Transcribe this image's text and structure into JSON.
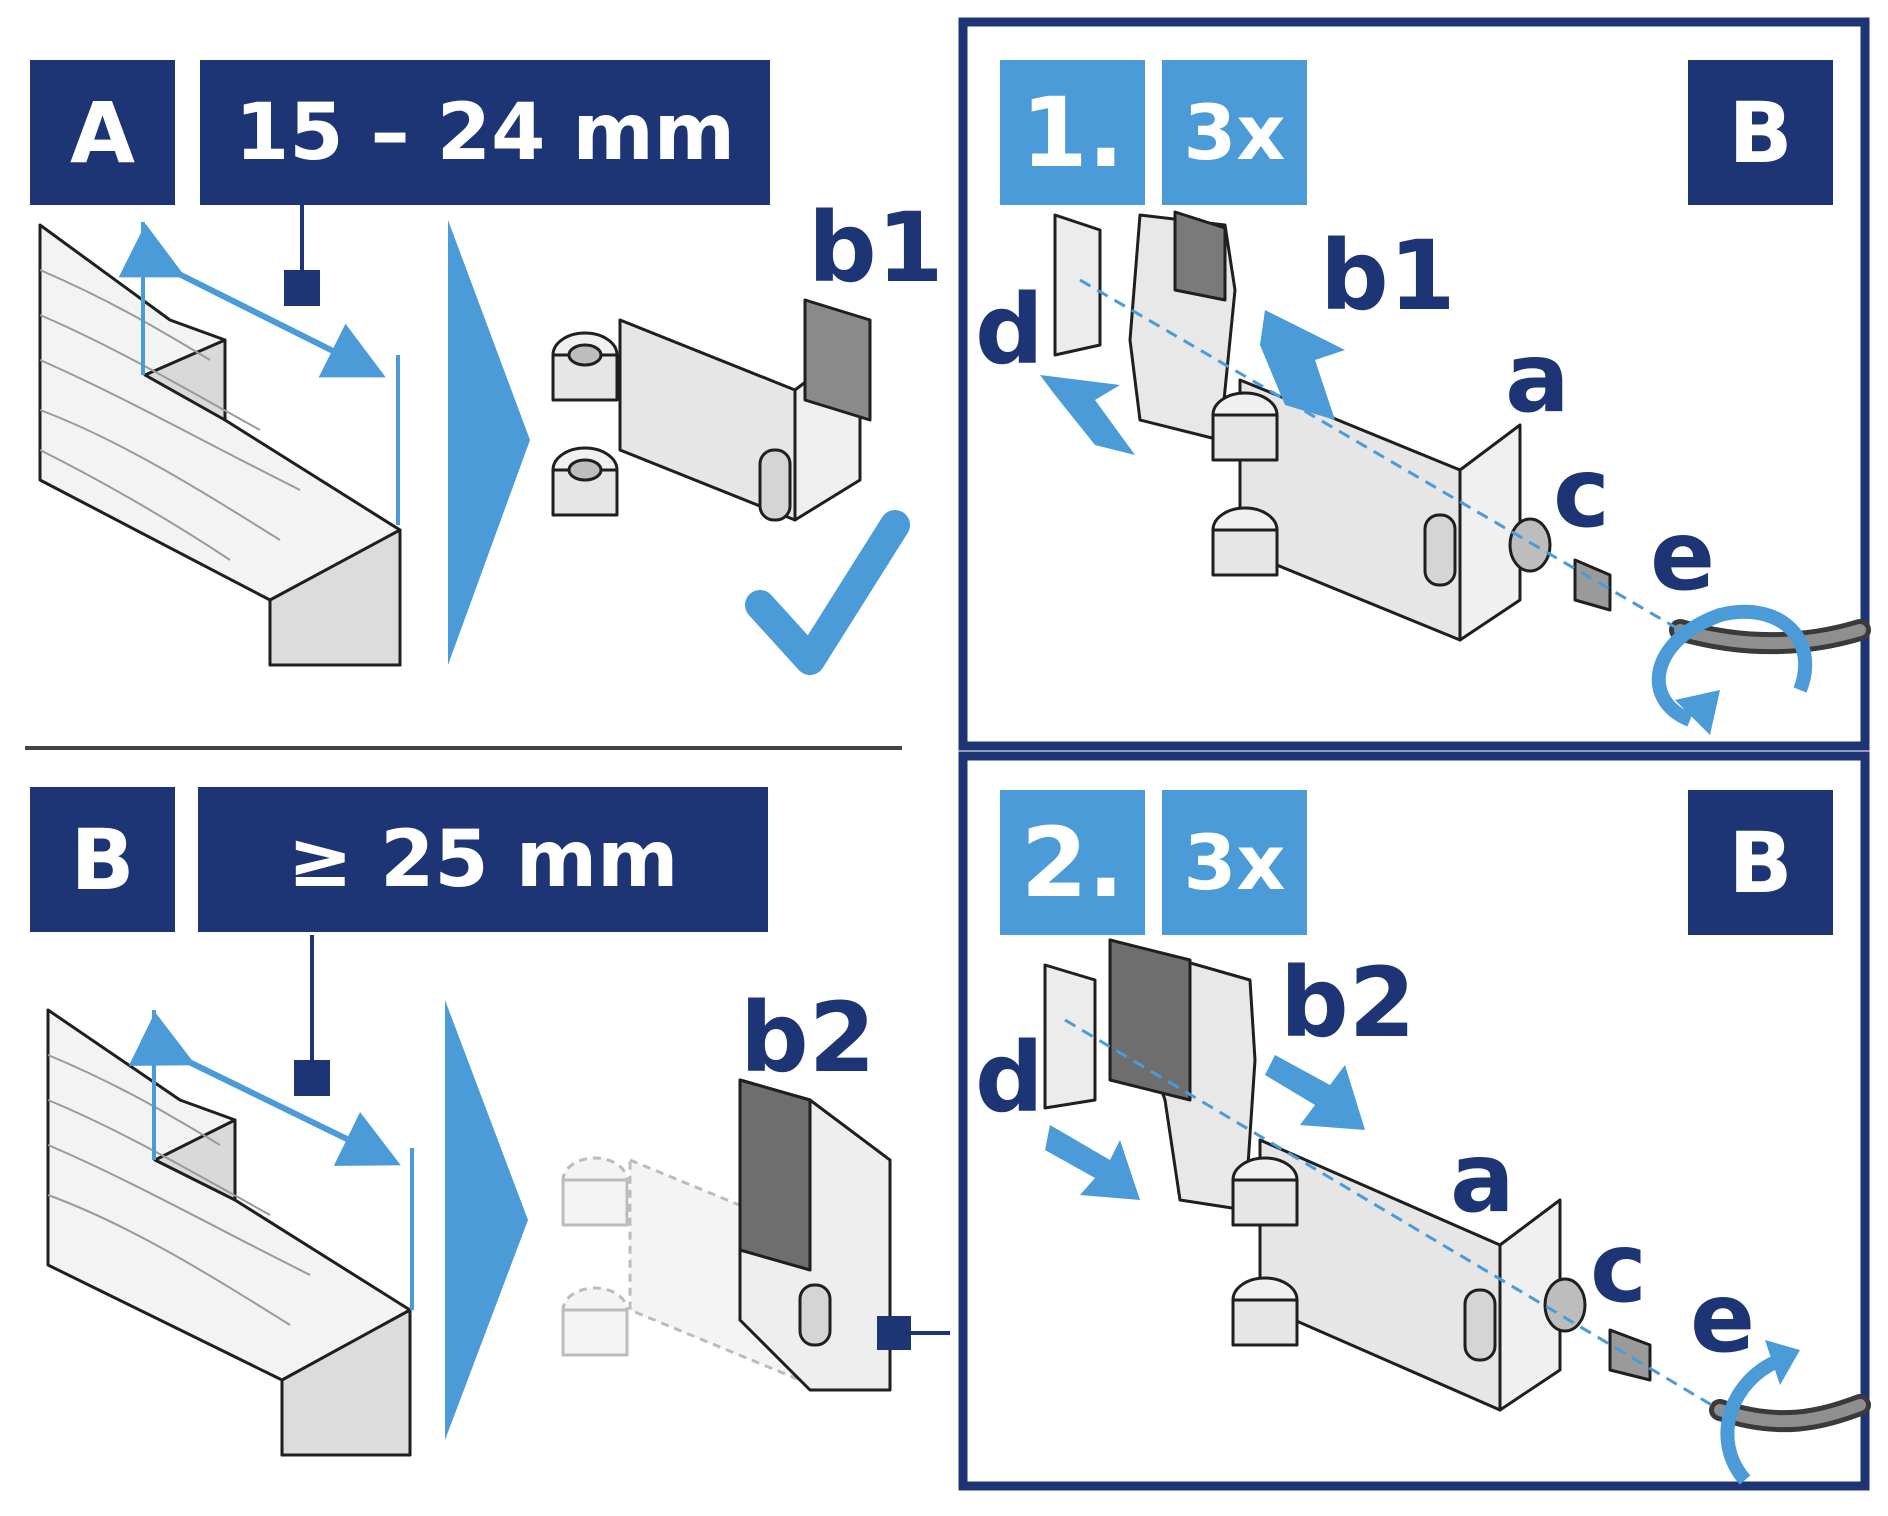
{
  "colors": {
    "navy": "#1d3475",
    "blue": "#4a9bd8",
    "light_blue": "#a9d3f0",
    "metal": "#e6e6e6",
    "dark_metal": "#7a7a7a",
    "outline": "#1f1f1f"
  },
  "left": {
    "option_a": {
      "letter": "A",
      "measure": "15 – 24 mm",
      "part_label": "b1",
      "check_icon": "checkmark-icon"
    },
    "option_b": {
      "letter": "B",
      "measure": "≥ 25 mm",
      "part_label": "b2"
    }
  },
  "right": {
    "step1": {
      "number": "1.",
      "quantity": "3x",
      "option": "B",
      "labels": {
        "d": "d",
        "b": "b1",
        "a": "a",
        "c": "c",
        "e": "e"
      }
    },
    "step2": {
      "number": "2.",
      "quantity": "3x",
      "option": "B",
      "labels": {
        "d": "d",
        "b": "b2",
        "a": "a",
        "c": "c",
        "e": "e"
      }
    }
  }
}
